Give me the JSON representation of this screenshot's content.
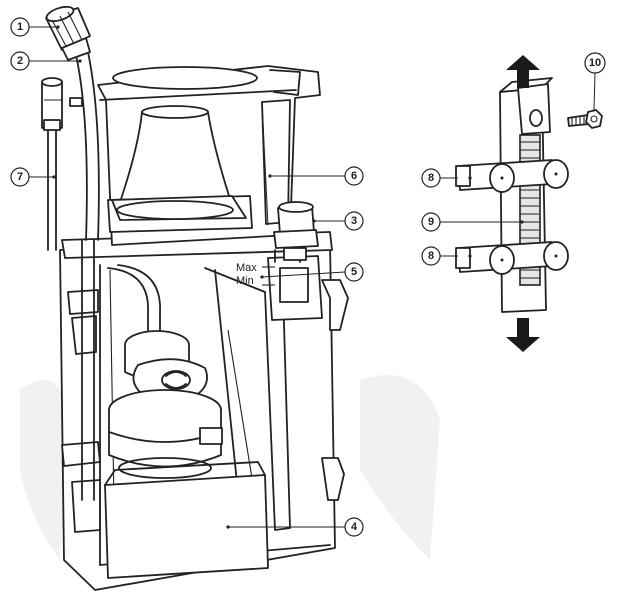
{
  "callouts": [
    {
      "id": "1",
      "label": "1"
    },
    {
      "id": "2",
      "label": "2"
    },
    {
      "id": "3",
      "label": "3"
    },
    {
      "id": "4",
      "label": "4"
    },
    {
      "id": "5",
      "label": "5"
    },
    {
      "id": "6",
      "label": "6"
    },
    {
      "id": "7",
      "label": "7"
    },
    {
      "id": "8a",
      "label": "8"
    },
    {
      "id": "8b",
      "label": "8"
    },
    {
      "id": "9",
      "label": "9"
    },
    {
      "id": "10",
      "label": "10"
    }
  ],
  "level_marks": {
    "max": "Max",
    "min": "Min"
  },
  "icons": [
    "arrow-up-icon",
    "arrow-down-icon",
    "screw-icon"
  ],
  "colors": {
    "line": "#222222",
    "background": "#ffffff",
    "arrow": "#1a1a1a"
  }
}
